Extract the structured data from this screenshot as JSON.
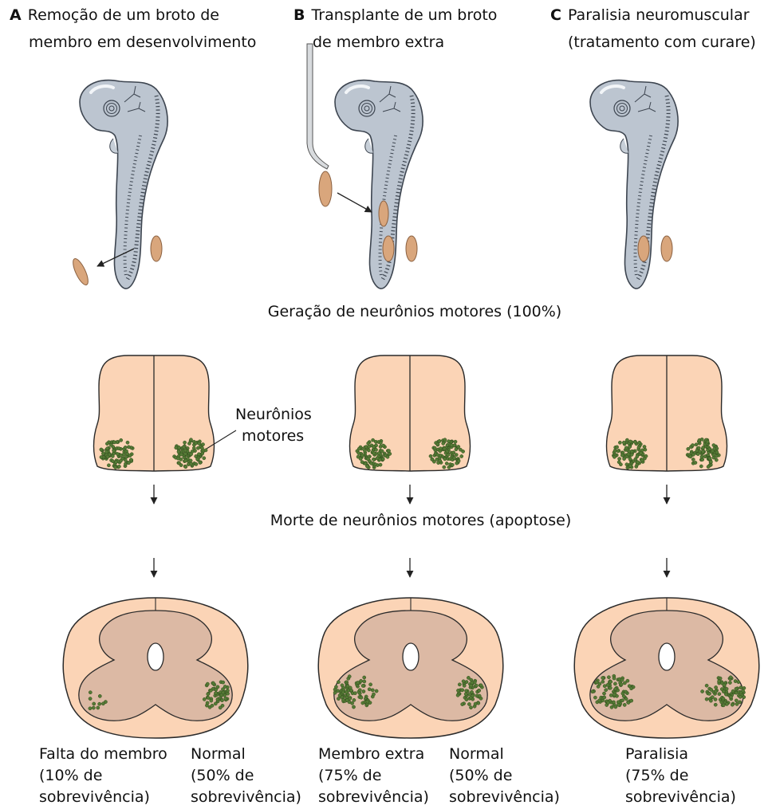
{
  "columns": [
    {
      "letter": "A",
      "title_line1": "Remoção de um broto de",
      "title_line2": "membro em desenvolvimento"
    },
    {
      "letter": "B",
      "title_line1": "Transplante de um broto",
      "title_line2": "de membro extra"
    },
    {
      "letter": "C",
      "title_line1": "Paralisia neuromuscular",
      "title_line2": "(tratamento com curare)"
    }
  ],
  "stage_generation": "Geração de neurônios motores (100%)",
  "stage_death": "Morte de neurônios motores (apoptose)",
  "callout_neurons_line1": "Neurônios",
  "callout_neurons_line2": "motores",
  "outcomes": [
    {
      "line1": "Falta do membro",
      "line2": "(10% de",
      "line3": "sobrevivência)"
    },
    {
      "line1": "Normal",
      "line2": "(50% de",
      "line3": "sobrevivência)"
    },
    {
      "line1": "Membro extra",
      "line2": "(75% de",
      "line3": "sobrevivência)"
    },
    {
      "line1": "Normal",
      "line2": "(50% de",
      "line3": "sobrevivência)"
    },
    {
      "line1": "Paralisia",
      "line2": "(75% de",
      "line3": "sobrevivência)"
    }
  ],
  "colors": {
    "embryo_fill": "#bcc5d0",
    "embryo_stroke": "#3d4550",
    "limb_bud": "#d9a67c",
    "cord_fill": "#fbd4b6",
    "gray_matter": "#dcb9a4",
    "neuron_dot": "#557a35",
    "neuron_stroke": "#2f4a1c"
  }
}
